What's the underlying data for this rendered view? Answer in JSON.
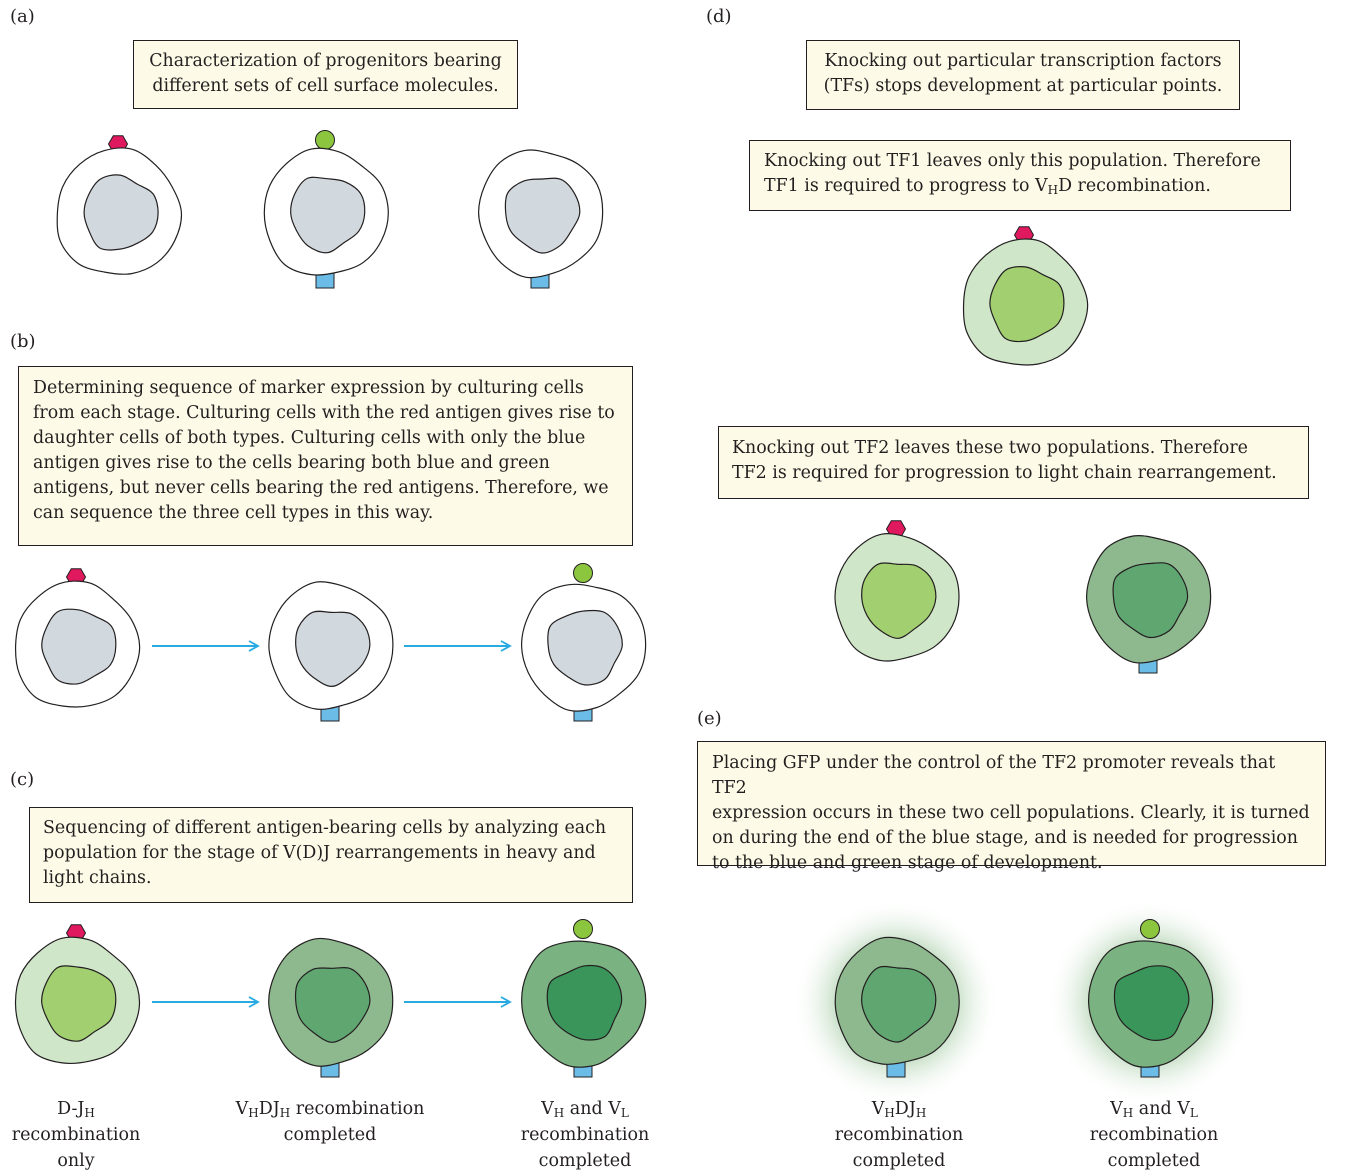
{
  "panels": {
    "a": {
      "label": "(a)",
      "box": [
        "Characterization of progenitors bearing",
        "different sets of cell surface molecules."
      ]
    },
    "b": {
      "label": "(b)",
      "box": [
        "Determining sequence of marker expression by culturing cells",
        "from each stage. Culturing cells with the red antigen gives rise to",
        "daughter cells of both types. Culturing cells with only the blue",
        "antigen gives rise to the cells bearing both blue and green",
        "antigens, but never cells bearing the red antigens. Therefore, we",
        "can sequence the three cell types in this way."
      ]
    },
    "c": {
      "label": "(c)",
      "box": [
        "Sequencing of different antigen-bearing cells by analyzing each",
        "population for the stage of V(D)J rearrangements in heavy and",
        "light chains."
      ],
      "captions": [
        [
          "D-J<sub>H</sub>",
          "recombination",
          "only"
        ],
        [
          "V<sub>H</sub>DJ<sub>H</sub> recombination",
          "completed"
        ],
        [
          "V<sub>H</sub> and V<sub>L</sub>",
          "recombination",
          "completed"
        ]
      ]
    },
    "d": {
      "label": "(d)",
      "box_top": [
        "Knocking out particular transcription factors",
        "(TFs) stops development at particular points."
      ],
      "box_tf1": [
        "Knocking out TF1 leaves only this population. Therefore",
        "TF1 is required to progress to V<sub>H</sub>D recombination."
      ],
      "box_tf2": [
        "Knocking out TF2 leaves these two populations. Therefore",
        "TF2 is required for progression to light chain rearrangement."
      ]
    },
    "e": {
      "label": "(e)",
      "box": [
        "Placing GFP under the control of the TF2 promoter reveals that TF2",
        "expression occurs in these two cell populations. Clearly, it is turned",
        "on during the end of the blue stage, and is needed for progression",
        "to the blue and green stage of development."
      ],
      "captions": [
        [
          "V<sub>H</sub>DJ<sub>H</sub>",
          "recombination",
          "completed"
        ],
        [
          "V<sub>H</sub> and V<sub>L</sub>",
          "recombination",
          "completed"
        ]
      ]
    }
  },
  "colors": {
    "box_fill": "#fdfbe7",
    "arrow": "#29abe2",
    "red_antigen": "#e0195f",
    "green_antigen": "#8cc63f",
    "blue_antigen": "#6bbde8",
    "unstained_nucleus": "#d1d8de",
    "stage1_cyto": "#cfe6c9",
    "stage1_nucleus": "#a2d071",
    "stage2_cyto": "#8eb98f",
    "stage2_nucleus": "#5fa671",
    "stage3_cyto": "#7ab381",
    "stage3_nucleus": "#3a955a"
  }
}
